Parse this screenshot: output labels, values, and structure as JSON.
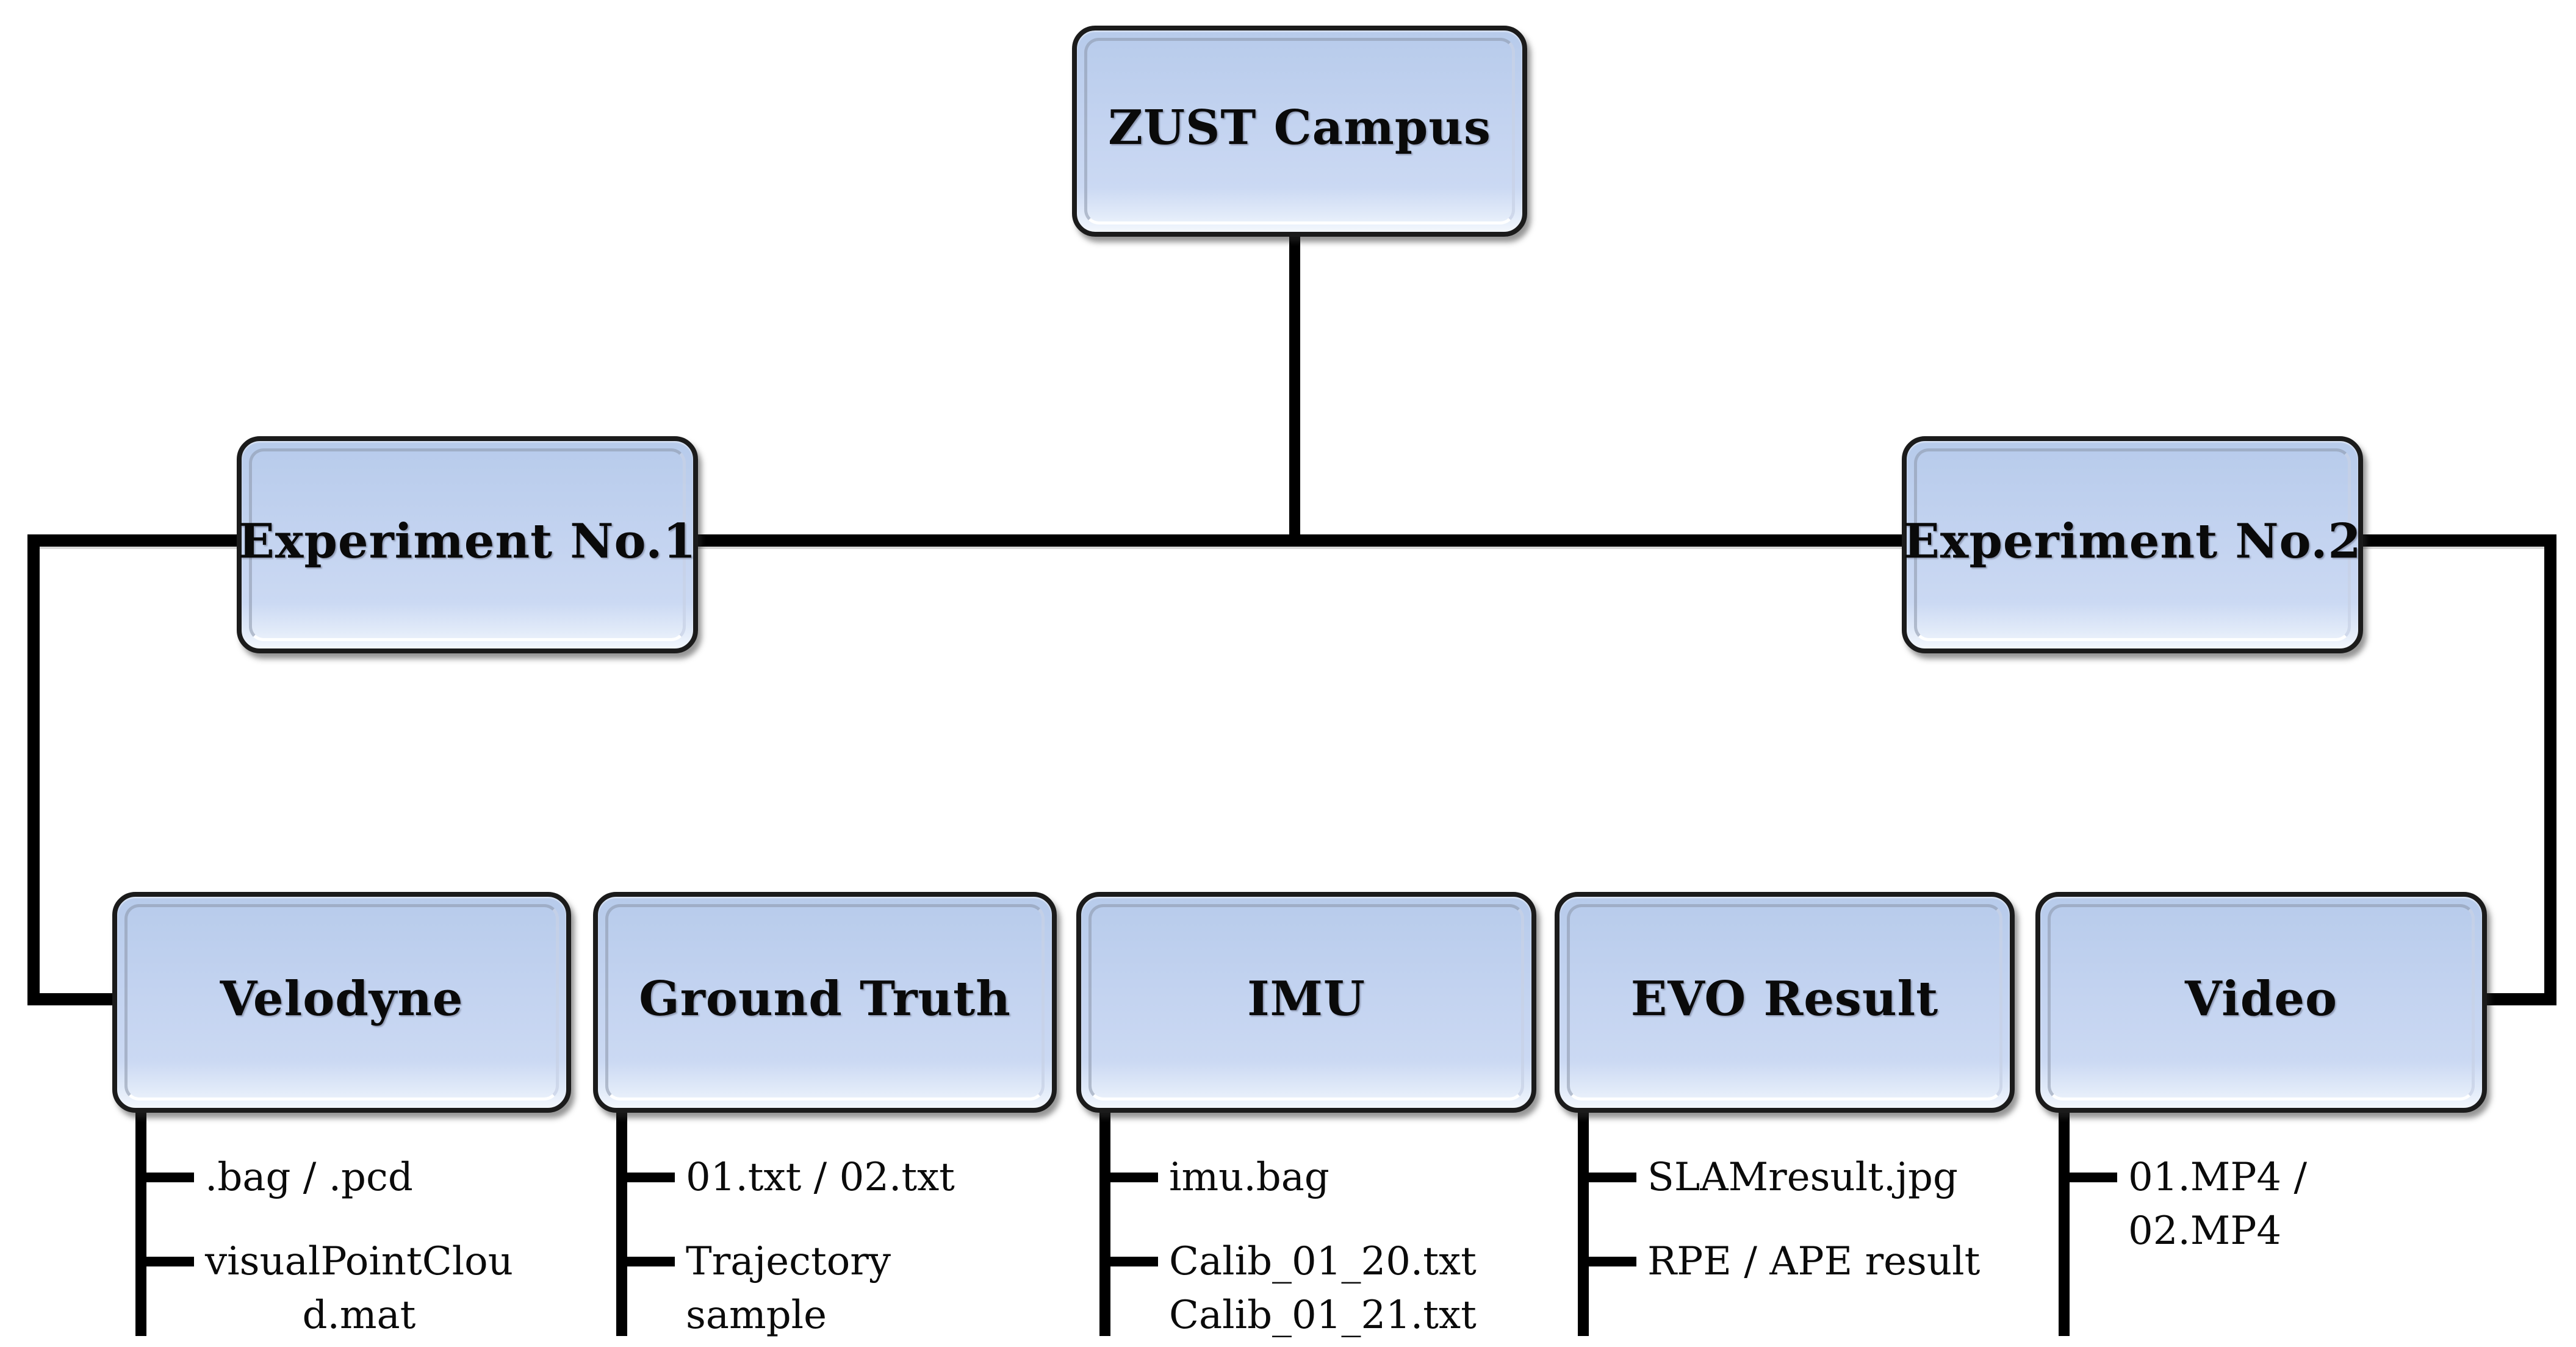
{
  "colors": {
    "background": "#ffffff",
    "box_fill_top": "#b7cbeb",
    "box_fill_bottom": "#f3f7fd",
    "box_border": "#1b1b1b",
    "connector": "#000000",
    "text": "#0b0b0b"
  },
  "tree": {
    "root": {
      "label": "ZUST Campus"
    },
    "branches": [
      {
        "label": "Experiment No.1"
      },
      {
        "label": "Experiment No.2"
      }
    ],
    "categories": [
      {
        "label": "Velodyne",
        "files": [
          {
            "lines": [
              ".bag / .pcd"
            ]
          },
          {
            "lines": [
              "visualPointClou",
              "d.mat"
            ]
          }
        ]
      },
      {
        "label": "Ground Truth",
        "files": [
          {
            "lines": [
              "01.txt / 02.txt"
            ]
          },
          {
            "lines": [
              "Trajectory",
              "sample"
            ]
          }
        ]
      },
      {
        "label": "IMU",
        "files": [
          {
            "lines": [
              "imu.bag"
            ]
          },
          {
            "lines": [
              "Calib_01_20.txt",
              "Calib_01_21.txt"
            ]
          }
        ]
      },
      {
        "label": "EVO Result",
        "files": [
          {
            "lines": [
              "SLAMresult.jpg"
            ]
          },
          {
            "lines": [
              "RPE / APE result"
            ]
          }
        ]
      },
      {
        "label": "Video",
        "files": [
          {
            "lines": [
              "01.MP4 /",
              "02.MP4"
            ]
          }
        ]
      }
    ]
  }
}
